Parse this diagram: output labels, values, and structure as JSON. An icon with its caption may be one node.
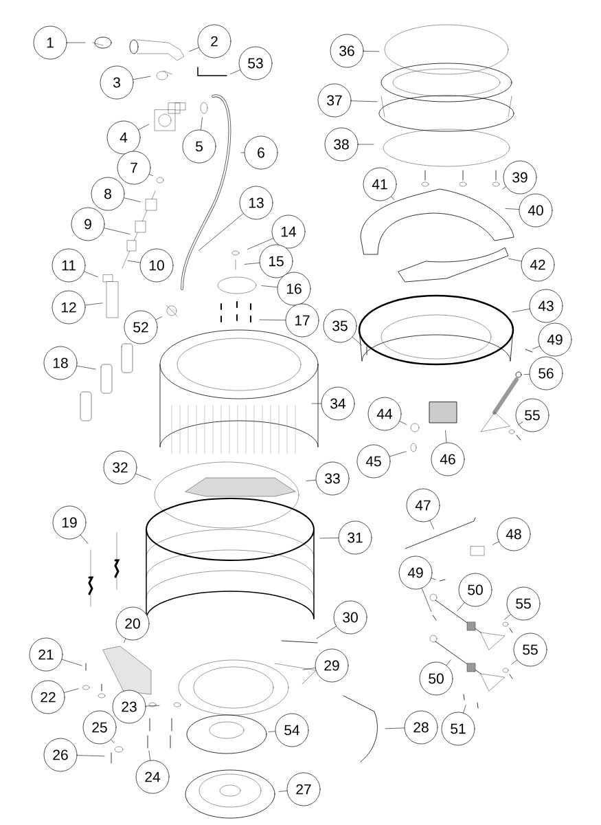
{
  "diagram": {
    "nodes": [
      {
        "text": [
          "1"
        ]
      },
      {
        "text": [
          "2"
        ]
      },
      {
        "text": [
          "53"
        ]
      },
      {
        "text": [
          "3"
        ]
      },
      {
        "text": [
          "4"
        ]
      },
      {
        "text": [
          "5"
        ]
      },
      {
        "text": [
          "6"
        ]
      },
      {
        "text": [
          "7"
        ]
      },
      {
        "text": [
          "13"
        ]
      },
      {
        "text": [
          "8"
        ]
      },
      {
        "text": [
          "9"
        ]
      },
      {
        "text": [
          "14"
        ]
      },
      {
        "text": [
          "11"
        ]
      },
      {
        "text": [
          "10"
        ]
      },
      {
        "text": [
          "15"
        ]
      },
      {
        "text": [
          "16"
        ]
      },
      {
        "text": [
          "12"
        ]
      },
      {
        "text": [
          "52"
        ]
      },
      {
        "text": [
          "17"
        ]
      },
      {
        "text": [
          "18"
        ]
      },
      {
        "text": [
          "36"
        ]
      },
      {
        "text": [
          "37"
        ]
      },
      {
        "text": [
          "38"
        ]
      },
      {
        "text": [
          "41"
        ]
      },
      {
        "text": [
          "39"
        ]
      },
      {
        "text": [
          "40"
        ]
      },
      {
        "text": [
          "42"
        ]
      },
      {
        "text": [
          "43"
        ]
      },
      {
        "text": [
          "35"
        ]
      },
      {
        "text": [
          "49"
        ]
      },
      {
        "text": [
          "56"
        ]
      },
      {
        "text": [
          "34"
        ]
      },
      {
        "text": [
          "55"
        ]
      },
      {
        "text": [
          "44"
        ]
      },
      {
        "text": [
          "46"
        ]
      },
      {
        "text": [
          "45"
        ]
      },
      {
        "text": [
          "32"
        ]
      },
      {
        "text": [
          "33"
        ]
      },
      {
        "text": [
          "47"
        ]
      },
      {
        "text": [
          "31"
        ]
      },
      {
        "text": [
          "48"
        ]
      },
      {
        "text": [
          "19"
        ]
      },
      {
        "text": [
          "49"
        ]
      },
      {
        "text": [
          "50"
        ]
      },
      {
        "text": [
          "55"
        ]
      },
      {
        "text": [
          "30"
        ]
      },
      {
        "text": [
          "20"
        ]
      },
      {
        "text": [
          "29"
        ]
      },
      {
        "text": [
          "55"
        ]
      },
      {
        "text": [
          "50"
        ]
      },
      {
        "text": [
          "21"
        ]
      },
      {
        "text": [
          "51"
        ]
      },
      {
        "text": [
          "22"
        ]
      },
      {
        "text": [
          "23"
        ]
      },
      {
        "text": [
          "28"
        ]
      },
      {
        "text": [
          "54"
        ]
      },
      {
        "text": [
          "25"
        ]
      },
      {
        "text": [
          "26"
        ]
      },
      {
        "text": [
          "24"
        ]
      },
      {
        "text": [
          "27"
        ]
      }
    ],
    "edges": [
      {
        "from": 0,
        "to": null,
        "arrow": "none"
      },
      {
        "from": 1,
        "to": null,
        "arrow": "none"
      },
      {
        "from": 2,
        "to": null,
        "arrow": "none"
      },
      {
        "from": 3,
        "to": null,
        "arrow": "none"
      },
      {
        "from": 4,
        "to": null,
        "arrow": "none"
      },
      {
        "from": 5,
        "to": null,
        "arrow": "none"
      },
      {
        "from": 6,
        "to": null,
        "arrow": "none"
      },
      {
        "from": 7,
        "to": null,
        "arrow": "none"
      },
      {
        "from": 8,
        "to": null,
        "arrow": "none"
      },
      {
        "from": 9,
        "to": null,
        "arrow": "none"
      },
      {
        "from": 10,
        "to": null,
        "arrow": "none"
      },
      {
        "from": 11,
        "to": null,
        "arrow": "none"
      },
      {
        "from": 12,
        "to": null,
        "arrow": "none"
      },
      {
        "from": 13,
        "to": null,
        "arrow": "none"
      },
      {
        "from": 14,
        "to": null,
        "arrow": "none"
      },
      {
        "from": 15,
        "to": null,
        "arrow": "none"
      },
      {
        "from": 16,
        "to": null,
        "arrow": "none"
      },
      {
        "from": 17,
        "to": null,
        "arrow": "none"
      },
      {
        "from": 18,
        "to": null,
        "arrow": "none"
      },
      {
        "from": 19,
        "to": null,
        "arrow": "none"
      },
      {
        "from": 20,
        "to": null,
        "arrow": "none"
      },
      {
        "from": 21,
        "to": null,
        "arrow": "none"
      },
      {
        "from": 22,
        "to": null,
        "arrow": "none"
      },
      {
        "from": 23,
        "to": null,
        "arrow": "none"
      },
      {
        "from": 24,
        "to": null,
        "arrow": "none"
      },
      {
        "from": 25,
        "to": null,
        "arrow": "none"
      },
      {
        "from": 26,
        "to": null,
        "arrow": "none"
      },
      {
        "from": 27,
        "to": null,
        "arrow": "none"
      },
      {
        "from": 28,
        "to": null,
        "arrow": "none"
      },
      {
        "from": 29,
        "to": null,
        "arrow": "none"
      },
      {
        "from": 30,
        "to": null,
        "arrow": "none"
      },
      {
        "from": 31,
        "to": null,
        "arrow": "none"
      },
      {
        "from": 32,
        "to": null,
        "arrow": "none"
      },
      {
        "from": 33,
        "to": null,
        "arrow": "none"
      },
      {
        "from": 34,
        "to": null,
        "arrow": "none"
      },
      {
        "from": 35,
        "to": null,
        "arrow": "none"
      },
      {
        "from": 36,
        "to": null,
        "arrow": "none"
      },
      {
        "from": 37,
        "to": null,
        "arrow": "none"
      },
      {
        "from": 38,
        "to": null,
        "arrow": "none"
      },
      {
        "from": 39,
        "to": null,
        "arrow": "none"
      },
      {
        "from": 40,
        "to": null,
        "arrow": "none"
      },
      {
        "from": 41,
        "to": null,
        "arrow": "none"
      },
      {
        "from": 42,
        "to": null,
        "arrow": "none"
      },
      {
        "from": 42,
        "to": null,
        "arrow": "none"
      },
      {
        "from": 43,
        "to": null,
        "arrow": "none"
      },
      {
        "from": 44,
        "to": null,
        "arrow": "none"
      },
      {
        "from": 45,
        "to": null,
        "arrow": "none"
      },
      {
        "from": 46,
        "to": null,
        "arrow": "none"
      },
      {
        "from": 47,
        "to": null,
        "arrow": "none"
      },
      {
        "from": 48,
        "to": null,
        "arrow": "none"
      },
      {
        "from": 49,
        "to": null,
        "arrow": "none"
      },
      {
        "from": 50,
        "to": null,
        "arrow": "none"
      },
      {
        "from": 51,
        "to": null,
        "arrow": "none"
      },
      {
        "from": 52,
        "to": null,
        "arrow": "none"
      },
      {
        "from": 53,
        "to": null,
        "arrow": "none"
      },
      {
        "from": 54,
        "to": null,
        "arrow": "none"
      },
      {
        "from": 55,
        "to": null,
        "arrow": "none"
      },
      {
        "from": 56,
        "to": null,
        "arrow": "none"
      },
      {
        "from": 57,
        "to": null,
        "arrow": "none"
      },
      {
        "from": 58,
        "to": null,
        "arrow": "none"
      },
      {
        "from": 59,
        "to": null,
        "arrow": "none"
      }
    ]
  }
}
